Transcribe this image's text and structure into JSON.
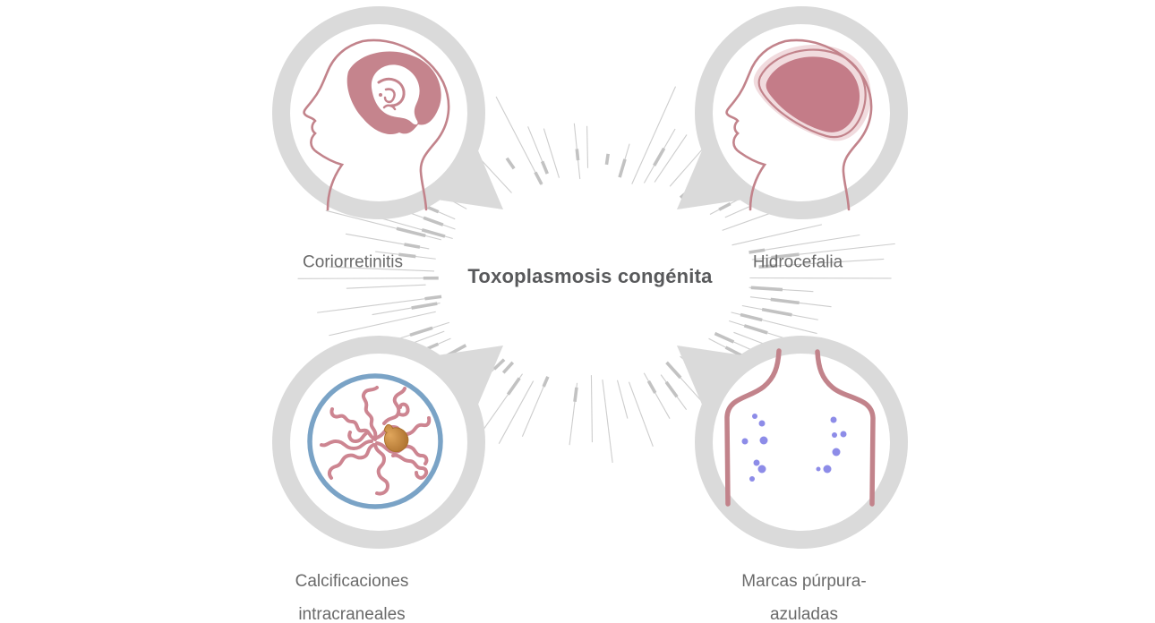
{
  "center": {
    "title": "Toxoplasmosis congénita"
  },
  "bubbles": [
    {
      "id": "coriorretinitis",
      "label": "Coriorretinitis",
      "icon": "head-brain-eye-icon",
      "position": "top-left"
    },
    {
      "id": "hidrocefalia",
      "label": "Hidrocefalia",
      "icon": "head-enlarged-brain-icon",
      "position": "top-right"
    },
    {
      "id": "calcificaciones-intracraneales",
      "label": "Calcificaciones intracraneales",
      "icon": "microscope-vessels-calcification-icon",
      "position": "bottom-left"
    },
    {
      "id": "marcas-purpura-azuladas",
      "label": "Marcas púrpura-azuladas",
      "icon": "torso-purpura-spots-icon",
      "position": "bottom-right"
    }
  ],
  "colors": {
    "rose-line": "#c2838b",
    "rose-fill": "#c5848d",
    "rose-fill-dark": "#c47c88",
    "pink-halo": "#f1dbde",
    "vessel": "#cd8591",
    "blue-ring": "#7aa3c6",
    "purpura-dot": "#8d8ce8",
    "calc-orange-light": "#e0a65c",
    "calc-orange-dark": "#ab702d",
    "bubble-gray": "#dadada",
    "ray-gray": "#cdcdcd",
    "tick-gray": "#c2c2c2",
    "title-text": "#58595b",
    "label-text": "#6a6a6a"
  }
}
